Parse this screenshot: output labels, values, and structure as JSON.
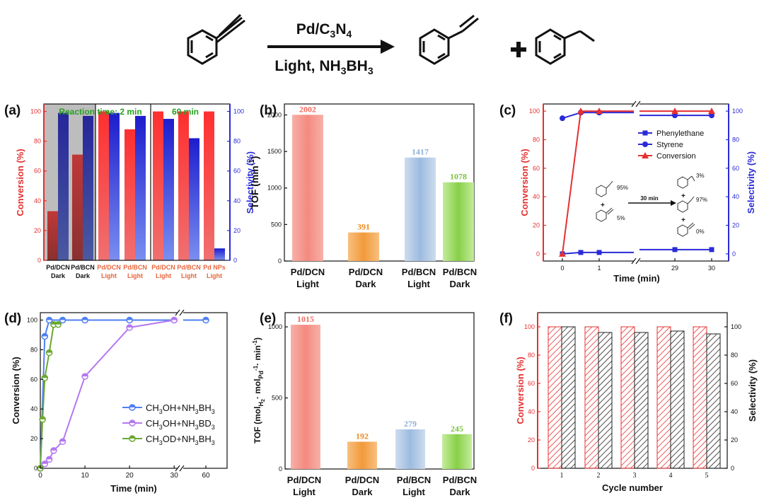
{
  "scheme": {
    "catalyst": "Pd/C3N4",
    "conditions": "Light, NH3BH3"
  },
  "colors": {
    "conversion": "#f03b3b",
    "selectivity": "#2a2ad8",
    "dcn_light": "#f4928c",
    "dcn_dark": "#f3a24b",
    "bcn_light": "#a8c4e2",
    "bcn_dark": "#96d55a",
    "label_text": "#e8653c",
    "green_text": "#27a020"
  },
  "chart_data": [
    {
      "panel": "(a)",
      "type": "bar",
      "categories": [
        [
          "Pd/DCN",
          "Dark"
        ],
        [
          "Pd/BCN",
          "Dark"
        ],
        [
          "Pd/DCN",
          "Light"
        ],
        [
          "Pd/BCN",
          "Light"
        ],
        [
          "Pd/DCN",
          "Light"
        ],
        [
          "Pd/BCN",
          "Light"
        ],
        [
          "Pd NPs",
          "Light"
        ]
      ],
      "series": [
        {
          "name": "Conversion",
          "values": [
            33,
            71,
            100,
            88,
            100,
            100,
            100
          ]
        },
        {
          "name": "Selectivity",
          "values": [
            99,
            97,
            99,
            97,
            95,
            82,
            8
          ]
        }
      ],
      "annotations": [
        "Reaction time: 2 min",
        "60 min"
      ],
      "ylabel": "Conversion (%)",
      "y2label": "Selectivity (%)",
      "ylim": [
        0,
        105
      ],
      "yticks": [
        "0",
        "20",
        "40",
        "60",
        "80",
        "100"
      ]
    },
    {
      "panel": "(b)",
      "type": "bar",
      "categories": [
        [
          "Pd/DCN",
          "Light"
        ],
        [
          "Pd/DCN",
          "Dark"
        ],
        [
          "Pd/BCN",
          "Light"
        ],
        [
          "Pd/BCN",
          "Dark"
        ]
      ],
      "values": [
        2002,
        391,
        1417,
        1078
      ],
      "value_labels": [
        "2002",
        "391",
        "1417",
        "1078"
      ],
      "ylabel_main": "TOF (min",
      "ylabel_sup": "-1",
      "ylabel_end": ")",
      "ylim": [
        0,
        2150
      ],
      "yticks": [
        "0",
        "500",
        "1000",
        "1500",
        "2000"
      ]
    },
    {
      "panel": "(c)",
      "type": "line",
      "x": [
        "0",
        "0.5",
        "1",
        "29",
        "30"
      ],
      "xticks": [
        "0",
        "1",
        "29",
        "30"
      ],
      "series": [
        {
          "name": "Phenylethane",
          "values": [
            0,
            1,
            1,
            3,
            3
          ]
        },
        {
          "name": "Styrene",
          "values": [
            95,
            99,
            99,
            97,
            97
          ]
        },
        {
          "name": "Conversion",
          "values": [
            0,
            100,
            100,
            100,
            100
          ]
        }
      ],
      "xlabel": "Time (min)",
      "ylabel": "Conversion (%)",
      "y2label": "Selectivity (%)",
      "ylim": [
        -5,
        105
      ],
      "yticks": [
        "0",
        "20",
        "40",
        "60",
        "80",
        "100"
      ],
      "inset": {
        "p1": "95%",
        "p2": "5%",
        "arrow": "30 min",
        "q1": "3%",
        "q2": "97%",
        "q3": "0%"
      }
    },
    {
      "panel": "(d)",
      "type": "line",
      "series": [
        {
          "name": "CH3OH+NH3BH3",
          "x": [
            0,
            1,
            2,
            5,
            10,
            20,
            30,
            60
          ],
          "values": [
            0,
            89,
            100,
            100,
            100,
            100,
            100,
            100
          ]
        },
        {
          "name": "CH3OH+NH3BD3",
          "x": [
            0,
            1,
            2,
            3,
            5,
            10,
            20,
            30
          ],
          "values": [
            0,
            3,
            6,
            12,
            18,
            62,
            95,
            100
          ]
        },
        {
          "name": "CH3OD+NH3BH3",
          "x": [
            0,
            0.5,
            1,
            2,
            3,
            4
          ],
          "values": [
            0,
            33,
            61,
            78,
            97,
            97
          ]
        }
      ],
      "legend_parts": [
        [
          "CH",
          "3",
          "OH+NH",
          "3",
          "BH",
          "3"
        ],
        [
          "CH",
          "3",
          "OH+NH",
          "3",
          "BD",
          "3"
        ],
        [
          "CH",
          "3",
          "OD+NH",
          "3",
          "BH",
          "3"
        ]
      ],
      "xlabel": "Time (min)",
      "ylabel": "Conversion (%)",
      "xticks": [
        "0",
        "10",
        "20",
        "30",
        "60"
      ],
      "ylim": [
        0,
        105
      ],
      "yticks": [
        "0",
        "20",
        "40",
        "60",
        "80",
        "100"
      ]
    },
    {
      "panel": "(e)",
      "type": "bar",
      "categories": [
        [
          "Pd/DCN",
          "Light"
        ],
        [
          "Pd/DCN",
          "Dark"
        ],
        [
          "Pd/BCN",
          "Light"
        ],
        [
          "Pd/BCN",
          "Dark"
        ]
      ],
      "values": [
        1015,
        192,
        279,
        245
      ],
      "value_labels": [
        "1015",
        "192",
        "279",
        "245"
      ],
      "ylabel": "TOF (molH2· molPd-1· min-1)",
      "ylim": [
        0,
        1100
      ],
      "yticks": [
        "0",
        "500",
        "1000"
      ]
    },
    {
      "panel": "(f)",
      "type": "bar",
      "categories": [
        "1",
        "2",
        "3",
        "4",
        "5"
      ],
      "series": [
        {
          "name": "Conversion",
          "values": [
            100,
            100,
            100,
            100,
            100
          ]
        },
        {
          "name": "Selectivity",
          "values": [
            100,
            96,
            96,
            97,
            95
          ]
        }
      ],
      "xlabel": "Cycle number",
      "ylabel": "Conversion (%)",
      "y2label": "Selectivity (%)",
      "ylim": [
        0,
        110
      ],
      "yticks": [
        "0",
        "20",
        "40",
        "60",
        "80",
        "100"
      ]
    }
  ]
}
